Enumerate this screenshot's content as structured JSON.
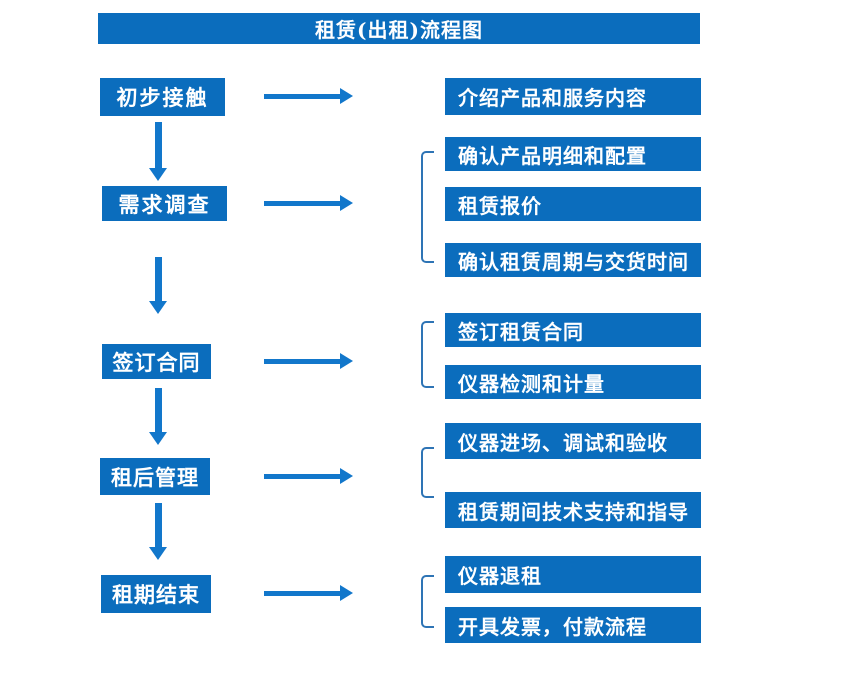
{
  "title": "租赁(出租)流程图",
  "colors": {
    "box": "#0b6dbd",
    "arrow": "#1277cb",
    "bracket": "#2e74b5"
  },
  "stages": [
    {
      "label": "初步接触",
      "outputs": [
        "介绍产品和服务内容"
      ]
    },
    {
      "label": "需求调查",
      "outputs": [
        "确认产品明细和配置",
        "租赁报价",
        "确认租赁周期与交货时间"
      ]
    },
    {
      "label": "签订合同",
      "outputs": [
        "签订租赁合同",
        "仪器检测和计量"
      ]
    },
    {
      "label": "租后管理",
      "outputs": [
        "仪器进场、调试和验收",
        "租赁期间技术支持和指导"
      ]
    },
    {
      "label": "租期结束",
      "outputs": [
        "仪器退租",
        "开具发票，付款流程"
      ]
    }
  ]
}
